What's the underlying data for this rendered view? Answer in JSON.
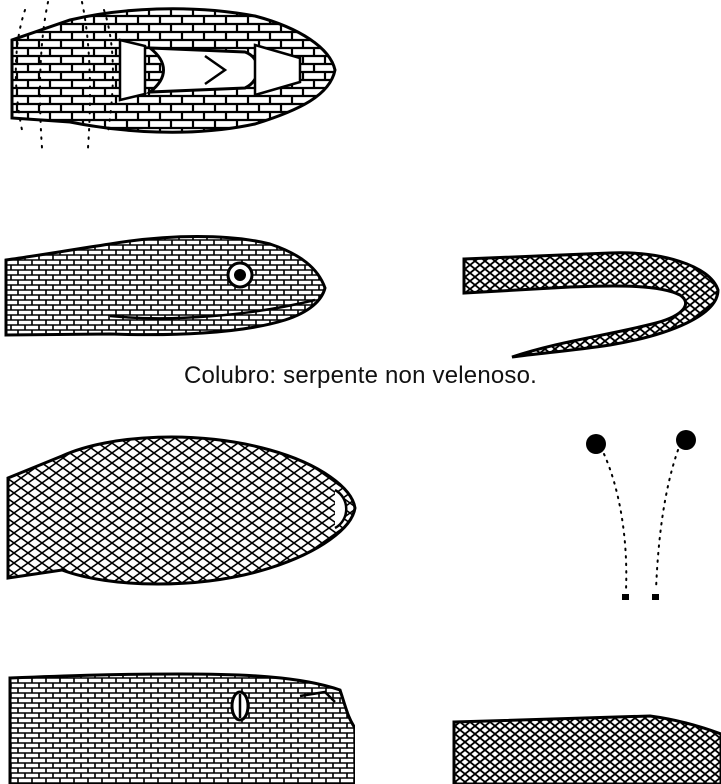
{
  "caption": "Colubro: serpente non velenoso.",
  "colors": {
    "ink": "#000000",
    "background": "#ffffff"
  },
  "figures": [
    {
      "id": "colubrid-head-top",
      "icon": "snake-head-dorsal-icon"
    },
    {
      "id": "colubrid-fang-pattern",
      "icon": "bite-mark-icon"
    },
    {
      "id": "colubrid-head-side",
      "icon": "snake-head-lateral-icon"
    },
    {
      "id": "colubrid-tail",
      "icon": "snake-tail-icon"
    },
    {
      "id": "viper-head-top",
      "icon": "snake-head-dorsal-icon"
    },
    {
      "id": "viper-fang-pattern",
      "icon": "bite-mark-icon"
    },
    {
      "id": "viper-head-side",
      "icon": "snake-head-lateral-icon"
    },
    {
      "id": "viper-tail",
      "icon": "snake-tail-icon"
    }
  ]
}
